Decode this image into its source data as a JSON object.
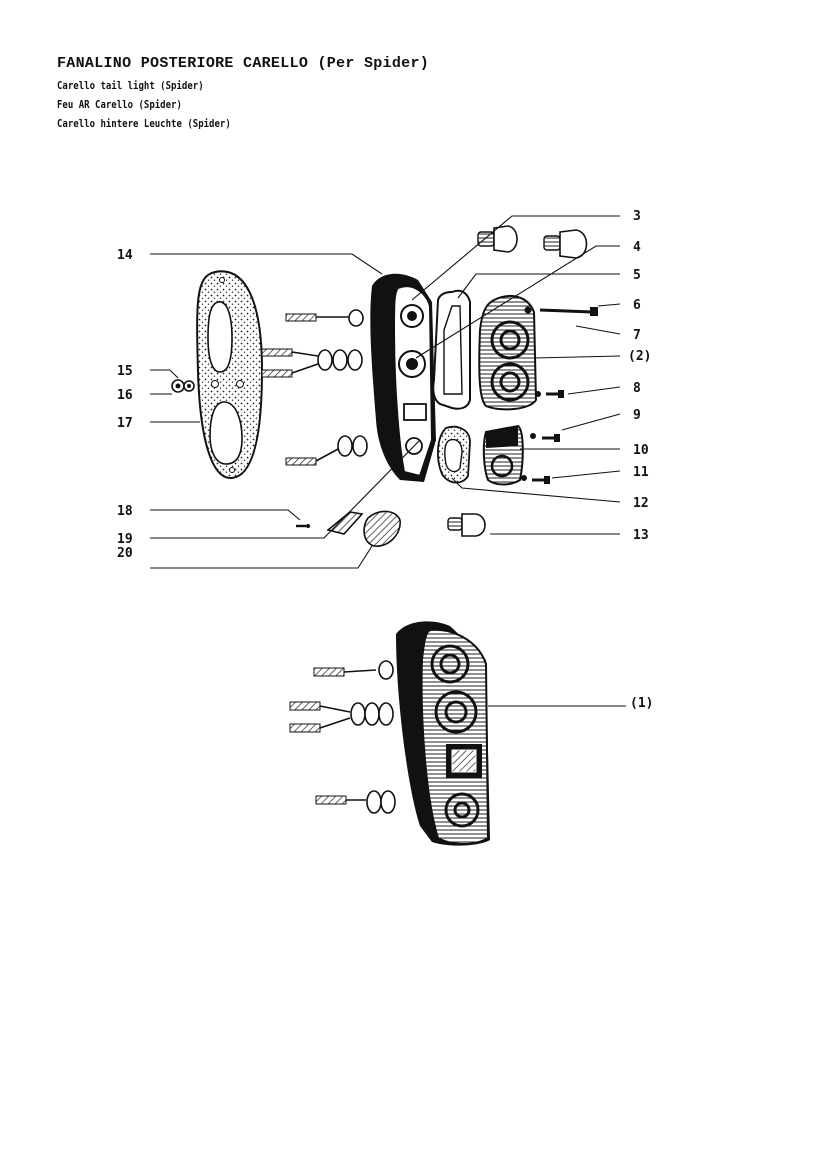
{
  "title": "FANALINO POSTERIORE CARELLO (Per Spider)",
  "subtitles": [
    "Carello tail light (Spider)",
    "Feu AR Carello (Spider)",
    "Carello hintere Leuchte (Spider)"
  ],
  "callouts": {
    "c3": "3",
    "c4": "4",
    "c5": "5",
    "c6": "6",
    "c7": "7",
    "c2": "(2)",
    "c8": "8",
    "c9": "9",
    "c10": "10",
    "c11": "11",
    "c12": "12",
    "c13": "13",
    "c14": "14",
    "c15": "15",
    "c16": "16",
    "c17": "17",
    "c18": "18",
    "c19": "19",
    "c20": "20",
    "c1": "(1)"
  }
}
